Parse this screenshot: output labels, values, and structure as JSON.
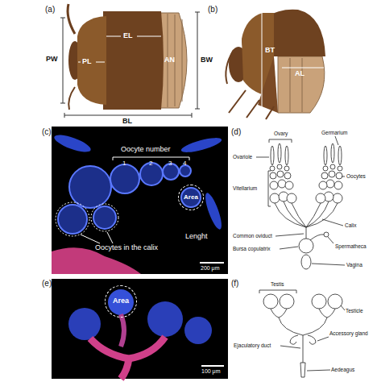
{
  "diagram": {
    "nodes": [
      {
        "text": [
          "Area"
        ]
      },
      {
        "text": [
          "Area"
        ]
      }
    ],
    "labels": [
      "(a)",
      "PW",
      "PL",
      "EL",
      "AN",
      "BW",
      "BL",
      "(b)",
      "BT",
      "AL",
      "(c)",
      "Oocyte number",
      "1",
      "2",
      "3",
      "4",
      "Lenght",
      "Oocytes in the calix",
      "200 μm",
      "(d)",
      "Ovary",
      "Germarium",
      "Ovariole",
      "Oocytes",
      "Vitellarium",
      "Calix",
      "Common oviduct",
      "Spermatheca",
      "Bursa copulatrix",
      "Vagina",
      "(e)",
      "100 μm",
      "(f)",
      "Testis",
      "Testicle",
      "Accessory gland",
      "Ejaculatory duct",
      "Aedeagus"
    ]
  }
}
